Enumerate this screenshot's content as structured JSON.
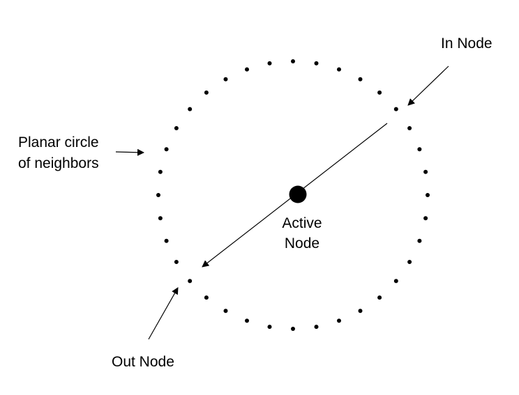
{
  "diagram": {
    "labels": {
      "in_node": "In Node",
      "planar_line1": "Planar circle",
      "planar_line2": "of neighbors",
      "active_line1": "Active",
      "active_line2": "Node",
      "out_node": "Out Node"
    },
    "neighbor_count": 36,
    "colors": {
      "ink": "#000000",
      "background": "#ffffff"
    }
  }
}
